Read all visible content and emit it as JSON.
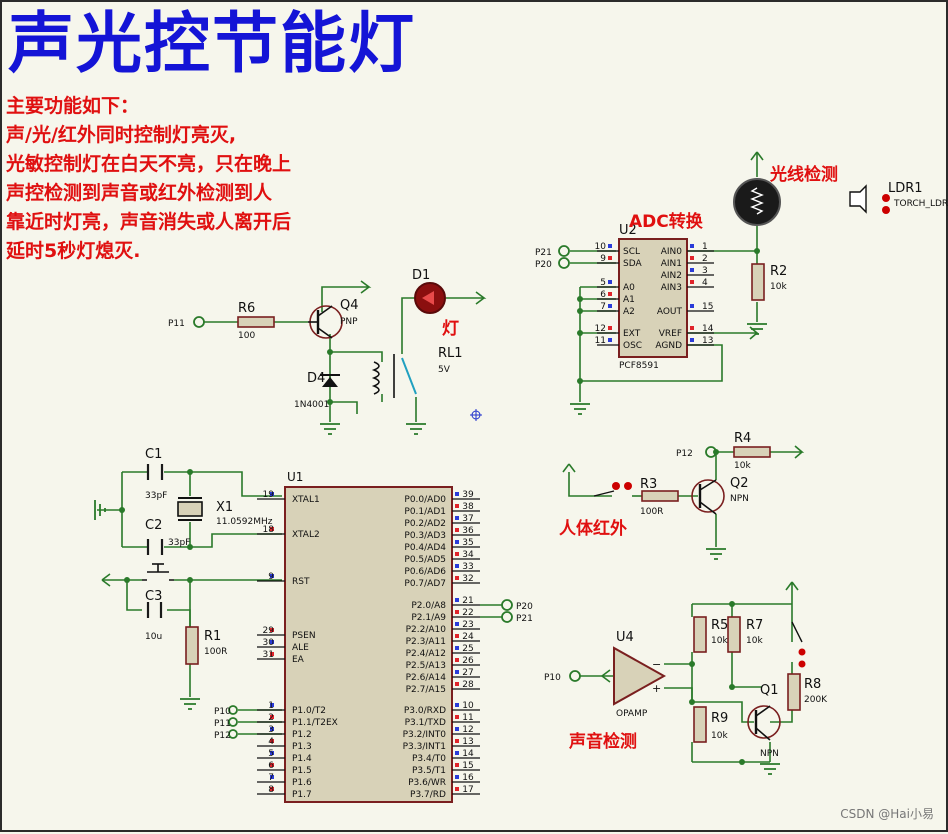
{
  "title": "声光控节能灯",
  "description": {
    "lines": [
      "主要功能如下：",
      "声/光/红外同时控制灯亮灭,",
      "光敏控制灯在白天不亮，只在晚上",
      "声控检测到声音或红外检测到人",
      "靠近时灯亮，声音消失或人离开后",
      "延时5秒灯熄灭."
    ]
  },
  "labels": {
    "light_detect": "光线检测",
    "adc": "ADC转换",
    "lamp": "灯",
    "infrared": "人体红外",
    "sound_detect": "声音检测"
  },
  "watermark": "CSDN @Hai小易",
  "components": {
    "u1": {
      "ref": "U1",
      "left_pins": [
        {
          "num": "19",
          "name": "XTAL1"
        },
        {
          "num": "18",
          "name": "XTAL2"
        },
        {
          "num": "9",
          "name": "RST"
        },
        {
          "num": "29",
          "name": "PSEN"
        },
        {
          "num": "30",
          "name": "ALE"
        },
        {
          "num": "31",
          "name": "EA"
        },
        {
          "num": "1",
          "name": "P1.0/T2"
        },
        {
          "num": "2",
          "name": "P1.1/T2EX"
        },
        {
          "num": "3",
          "name": "P1.2"
        },
        {
          "num": "4",
          "name": "P1.3"
        },
        {
          "num": "5",
          "name": "P1.4"
        },
        {
          "num": "6",
          "name": "P1.5"
        },
        {
          "num": "7",
          "name": "P1.6"
        },
        {
          "num": "8",
          "name": "P1.7"
        }
      ],
      "right_pins": [
        {
          "num": "39",
          "name": "P0.0/AD0"
        },
        {
          "num": "38",
          "name": "P0.1/AD1"
        },
        {
          "num": "37",
          "name": "P0.2/AD2"
        },
        {
          "num": "36",
          "name": "P0.3/AD3"
        },
        {
          "num": "35",
          "name": "P0.4/AD4"
        },
        {
          "num": "34",
          "name": "P0.5/AD5"
        },
        {
          "num": "33",
          "name": "P0.6/AD6"
        },
        {
          "num": "32",
          "name": "P0.7/AD7"
        },
        {
          "num": "21",
          "name": "P2.0/A8"
        },
        {
          "num": "22",
          "name": "P2.1/A9"
        },
        {
          "num": "23",
          "name": "P2.2/A10"
        },
        {
          "num": "24",
          "name": "P2.3/A11"
        },
        {
          "num": "25",
          "name": "P2.4/A12"
        },
        {
          "num": "26",
          "name": "P2.5/A13"
        },
        {
          "num": "27",
          "name": "P2.6/A14"
        },
        {
          "num": "28",
          "name": "P2.7/A15"
        },
        {
          "num": "10",
          "name": "P3.0/RXD"
        },
        {
          "num": "11",
          "name": "P3.1/TXD"
        },
        {
          "num": "12",
          "name": "P3.2/INT0"
        },
        {
          "num": "13",
          "name": "P3.3/INT1"
        },
        {
          "num": "14",
          "name": "P3.4/T0"
        },
        {
          "num": "15",
          "name": "P3.5/T1"
        },
        {
          "num": "16",
          "name": "P3.6/WR"
        },
        {
          "num": "17",
          "name": "P3.7/RD"
        }
      ]
    },
    "u2": {
      "ref": "U2",
      "part": "PCF8591",
      "left_pins": [
        {
          "num": "10",
          "name": "SCL"
        },
        {
          "num": "9",
          "name": "SDA"
        },
        {
          "num": "5",
          "name": "A0"
        },
        {
          "num": "6",
          "name": "A1"
        },
        {
          "num": "7",
          "name": "A2"
        },
        {
          "num": "12",
          "name": "EXT"
        },
        {
          "num": "11",
          "name": "OSC"
        }
      ],
      "right_pins": [
        {
          "num": "1",
          "name": "AIN0"
        },
        {
          "num": "2",
          "name": "AIN1"
        },
        {
          "num": "3",
          "name": "AIN2"
        },
        {
          "num": "4",
          "name": "AIN3"
        },
        {
          "num": "15",
          "name": "AOUT"
        },
        {
          "num": "14",
          "name": "VREF"
        },
        {
          "num": "13",
          "name": "AGND"
        }
      ]
    },
    "u4": {
      "ref": "U4",
      "part": "OPAMP"
    },
    "c1": {
      "ref": "C1",
      "value": "33pF"
    },
    "c2": {
      "ref": "C2",
      "value": "33pF"
    },
    "c3": {
      "ref": "C3",
      "value": "10u"
    },
    "x1": {
      "ref": "X1",
      "value": "11.0592MHz"
    },
    "r1": {
      "ref": "R1",
      "value": "100R"
    },
    "r2": {
      "ref": "R2",
      "value": "10k"
    },
    "r3": {
      "ref": "R3",
      "value": "100R"
    },
    "r4": {
      "ref": "R4",
      "value": "10k"
    },
    "r5": {
      "ref": "R5",
      "value": "10k"
    },
    "r6": {
      "ref": "R6",
      "value": "100"
    },
    "r7": {
      "ref": "R7",
      "value": "10k"
    },
    "r8": {
      "ref": "R8",
      "value": "200K"
    },
    "r9": {
      "ref": "R9",
      "value": "10k"
    },
    "q1": {
      "ref": "Q1",
      "type": "NPN"
    },
    "q2": {
      "ref": "Q2",
      "type": "NPN"
    },
    "q4": {
      "ref": "Q4",
      "type": "PNP"
    },
    "d1": {
      "ref": "D1"
    },
    "d4": {
      "ref": "D4",
      "part": "1N4001"
    },
    "rl1": {
      "ref": "RL1",
      "value": "5V"
    },
    "ldr1": {
      "ref": "LDR1",
      "part": "TORCH_LDR"
    }
  },
  "nets": {
    "p20": "P20",
    "p21": "P21",
    "p10": "P10",
    "p11": "P11",
    "p12": "P12"
  }
}
